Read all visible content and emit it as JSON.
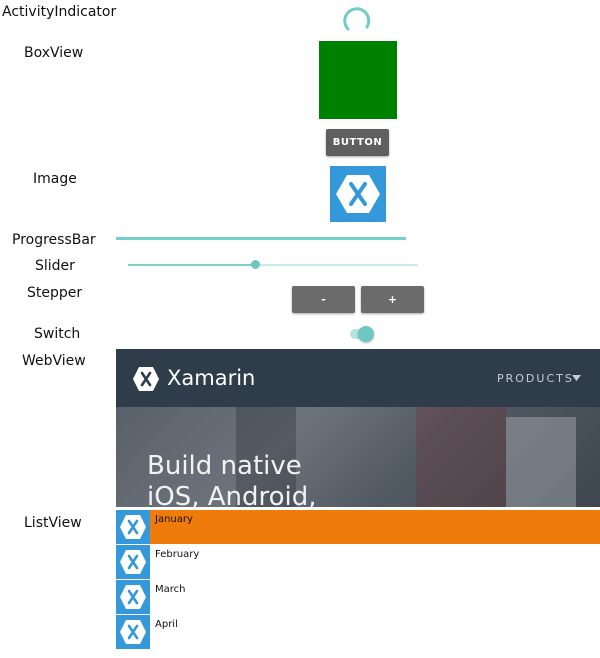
{
  "labels": {
    "activity_indicator": "ActivityIndicator",
    "boxview": "BoxView",
    "image": "Image",
    "progressbar": "ProgressBar",
    "slider": "Slider",
    "stepper": "Stepper",
    "switch": "Switch",
    "webview": "WebView",
    "listview": "ListView"
  },
  "button": {
    "label": "BUTTON"
  },
  "boxview": {
    "color": "#008000"
  },
  "image": {
    "icon": "xamarin-logo-icon",
    "background": "#3498db"
  },
  "progressbar": {
    "progress": 1.0
  },
  "slider": {
    "value": 0.44
  },
  "stepper": {
    "minus_label": "-",
    "plus_label": "+"
  },
  "switch": {
    "on": true
  },
  "webview": {
    "brand": "Xamarin",
    "nav_label": "PRODUCTS",
    "hero_line1": "Build native",
    "hero_line2": "iOS, Android,"
  },
  "listview": {
    "items": [
      "January",
      "February",
      "March",
      "April"
    ],
    "selected_index": 0,
    "selected_color": "#ef7b0b"
  }
}
